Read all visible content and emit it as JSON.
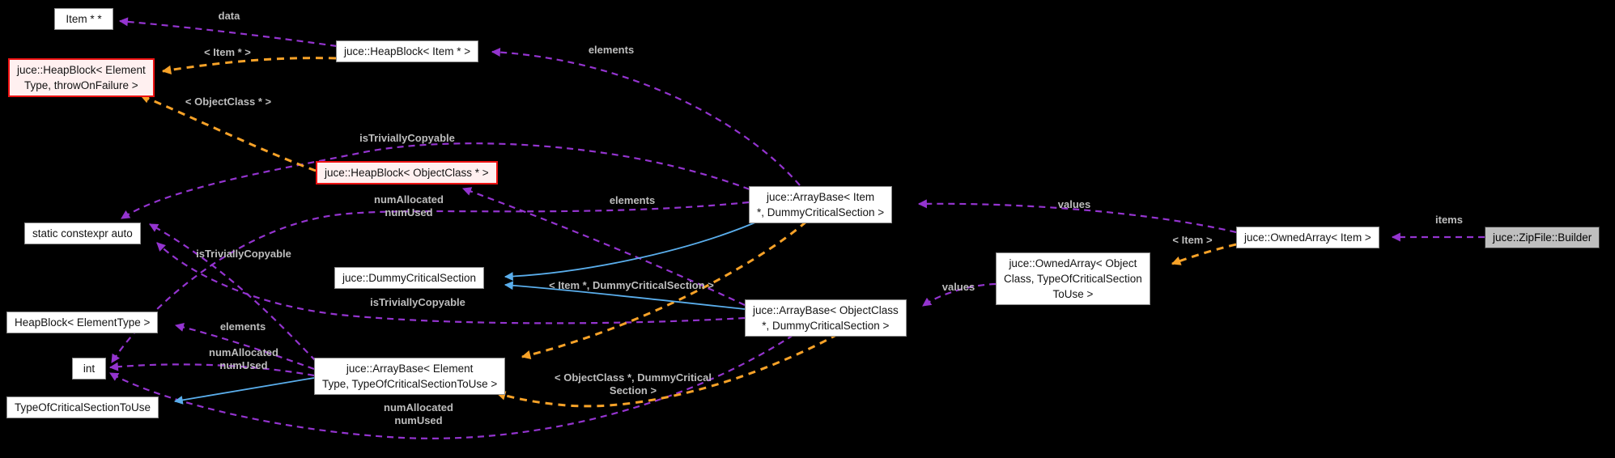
{
  "diagram": {
    "kind": "collaboration-graph",
    "colors": {
      "background": "#000000",
      "usage_edge": "#9434cf",
      "template_edge": "#f7a228",
      "inheritance_edge": "#5aaeec",
      "node_fill": "#ffffff",
      "node_border": "#8c8c8c",
      "red_node_fill": "#fff0f0",
      "red_node_border": "#ee1212",
      "focus_node_fill": "#bfbfbf",
      "edge_label_color": "#bdbdbd"
    },
    "nodes": [
      {
        "id": "item-ptr-ptr",
        "label": "Item * *",
        "style": "plain"
      },
      {
        "id": "heapblock-template",
        "label": "juce::HeapBlock< Element\nType, throwOnFailure >",
        "style": "red"
      },
      {
        "id": "heapblock-item-ptr",
        "label": "juce::HeapBlock< Item * >",
        "style": "plain"
      },
      {
        "id": "heapblock-objectclass-ptr",
        "label": "juce::HeapBlock< ObjectClass * >",
        "style": "red"
      },
      {
        "id": "static-constexpr-auto",
        "label": "static constexpr auto",
        "style": "plain"
      },
      {
        "id": "dummycriticalsection",
        "label": "juce::DummyCriticalSection",
        "style": "plain"
      },
      {
        "id": "heapblock-elementtype",
        "label": "HeapBlock< ElementType >",
        "style": "plain"
      },
      {
        "id": "int",
        "label": "int",
        "style": "plain"
      },
      {
        "id": "typeofcriticalsectiontouse",
        "label": "TypeOfCriticalSectionToUse",
        "style": "plain"
      },
      {
        "id": "arraybase-template",
        "label": "juce::ArrayBase< Element\nType, TypeOfCriticalSectionToUse >",
        "style": "plain"
      },
      {
        "id": "arraybase-item-ptr",
        "label": "juce::ArrayBase< Item\n*, DummyCriticalSection >",
        "style": "plain"
      },
      {
        "id": "arraybase-objectclass-ptr",
        "label": "juce::ArrayBase< ObjectClass\n*, DummyCriticalSection >",
        "style": "plain"
      },
      {
        "id": "ownedarray-objectclass",
        "label": "juce::OwnedArray< Object\nClass, TypeOfCriticalSection\nToUse >",
        "style": "plain"
      },
      {
        "id": "ownedarray-item",
        "label": "juce::OwnedArray< Item >",
        "style": "plain"
      },
      {
        "id": "zipfile-builder",
        "label": "juce::ZipFile::Builder",
        "style": "focus"
      }
    ],
    "edge_labels": [
      {
        "text": "data"
      },
      {
        "text": "< Item * >"
      },
      {
        "text": "< ObjectClass * >"
      },
      {
        "text": "elements"
      },
      {
        "text": "isTriviallyCopyable"
      },
      {
        "text": "numAllocated\nnumUsed"
      },
      {
        "text": "elements"
      },
      {
        "text": "values"
      },
      {
        "text": "< Item >"
      },
      {
        "text": "items"
      },
      {
        "text": "isTriviallyCopyable"
      },
      {
        "text": "< Item *, DummyCriticalSection >"
      },
      {
        "text": "isTriviallyCopyable"
      },
      {
        "text": "elements"
      },
      {
        "text": "numAllocated\nnumUsed"
      },
      {
        "text": "values"
      },
      {
        "text": "numAllocated\nnumUsed"
      },
      {
        "text": "< ObjectClass *, DummyCritical\nSection >"
      }
    ],
    "edges": [
      {
        "from": "heapblock-item-ptr",
        "to": "item-ptr-ptr",
        "label": "data",
        "type": "usage"
      },
      {
        "from": "heapblock-item-ptr",
        "to": "heapblock-template",
        "label": "< Item * >",
        "type": "template-instance"
      },
      {
        "from": "heapblock-objectclass-ptr",
        "to": "heapblock-template",
        "label": "< ObjectClass * >",
        "type": "template-instance"
      },
      {
        "from": "arraybase-item-ptr",
        "to": "heapblock-item-ptr",
        "label": "elements",
        "type": "usage"
      },
      {
        "from": "arraybase-item-ptr",
        "to": "static-constexpr-auto",
        "label": "isTriviallyCopyable",
        "type": "usage"
      },
      {
        "from": "arraybase-item-ptr",
        "to": "int",
        "label": "numAllocated numUsed",
        "type": "usage"
      },
      {
        "from": "arraybase-objectclass-ptr",
        "to": "heapblock-objectclass-ptr",
        "label": "elements",
        "type": "usage"
      },
      {
        "from": "ownedarray-item",
        "to": "arraybase-item-ptr",
        "label": "values",
        "type": "usage"
      },
      {
        "from": "ownedarray-item",
        "to": "ownedarray-objectclass",
        "label": "< Item >",
        "type": "template-instance"
      },
      {
        "from": "zipfile-builder",
        "to": "ownedarray-item",
        "label": "items",
        "type": "usage"
      },
      {
        "from": "arraybase-template",
        "to": "static-constexpr-auto",
        "label": "isTriviallyCopyable",
        "type": "usage"
      },
      {
        "from": "arraybase-item-ptr",
        "to": "arraybase-template",
        "label": "< Item *, DummyCriticalSection >",
        "type": "template-instance"
      },
      {
        "from": "arraybase-objectclass-ptr",
        "to": "static-constexpr-auto",
        "label": "isTriviallyCopyable",
        "type": "usage"
      },
      {
        "from": "arraybase-template",
        "to": "heapblock-elementtype",
        "label": "elements",
        "type": "usage"
      },
      {
        "from": "arraybase-template",
        "to": "int",
        "label": "numAllocated numUsed",
        "type": "usage"
      },
      {
        "from": "ownedarray-objectclass",
        "to": "arraybase-objectclass-ptr",
        "label": "values",
        "type": "usage"
      },
      {
        "from": "arraybase-objectclass-ptr",
        "to": "int",
        "label": "numAllocated numUsed",
        "type": "usage"
      },
      {
        "from": "arraybase-objectclass-ptr",
        "to": "arraybase-template",
        "label": "< ObjectClass *, DummyCritical Section >",
        "type": "template-instance"
      },
      {
        "from": "arraybase-item-ptr",
        "to": "dummycriticalsection",
        "type": "inheritance"
      },
      {
        "from": "arraybase-objectclass-ptr",
        "to": "dummycriticalsection",
        "type": "inheritance"
      },
      {
        "from": "arraybase-template",
        "to": "typeofcriticalsectiontouse",
        "type": "inheritance"
      }
    ]
  }
}
